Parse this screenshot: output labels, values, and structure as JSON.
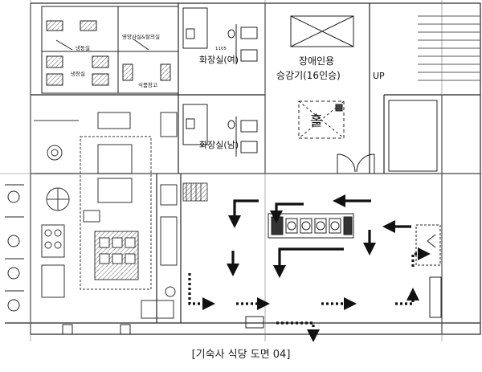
{
  "caption": "[기숙사 식당 도면 04]",
  "labels": {
    "nutritionist_room": "영양사실&탈의실",
    "cold_storage": "냉동실",
    "refrigerator_room": "냉장실",
    "food_storage": "식품창고",
    "restroom_female": "화장실(여)",
    "restroom_male": "화장실(남)",
    "elevator_line1": "장애인용",
    "elevator_line2": "승강기(16인승)",
    "hall": "홀",
    "up": "UP",
    "room_number": "1105"
  },
  "colors": {
    "line": "#222222",
    "fill_dark": "#111111",
    "dashed": "#555555",
    "equipment": "#444444"
  }
}
